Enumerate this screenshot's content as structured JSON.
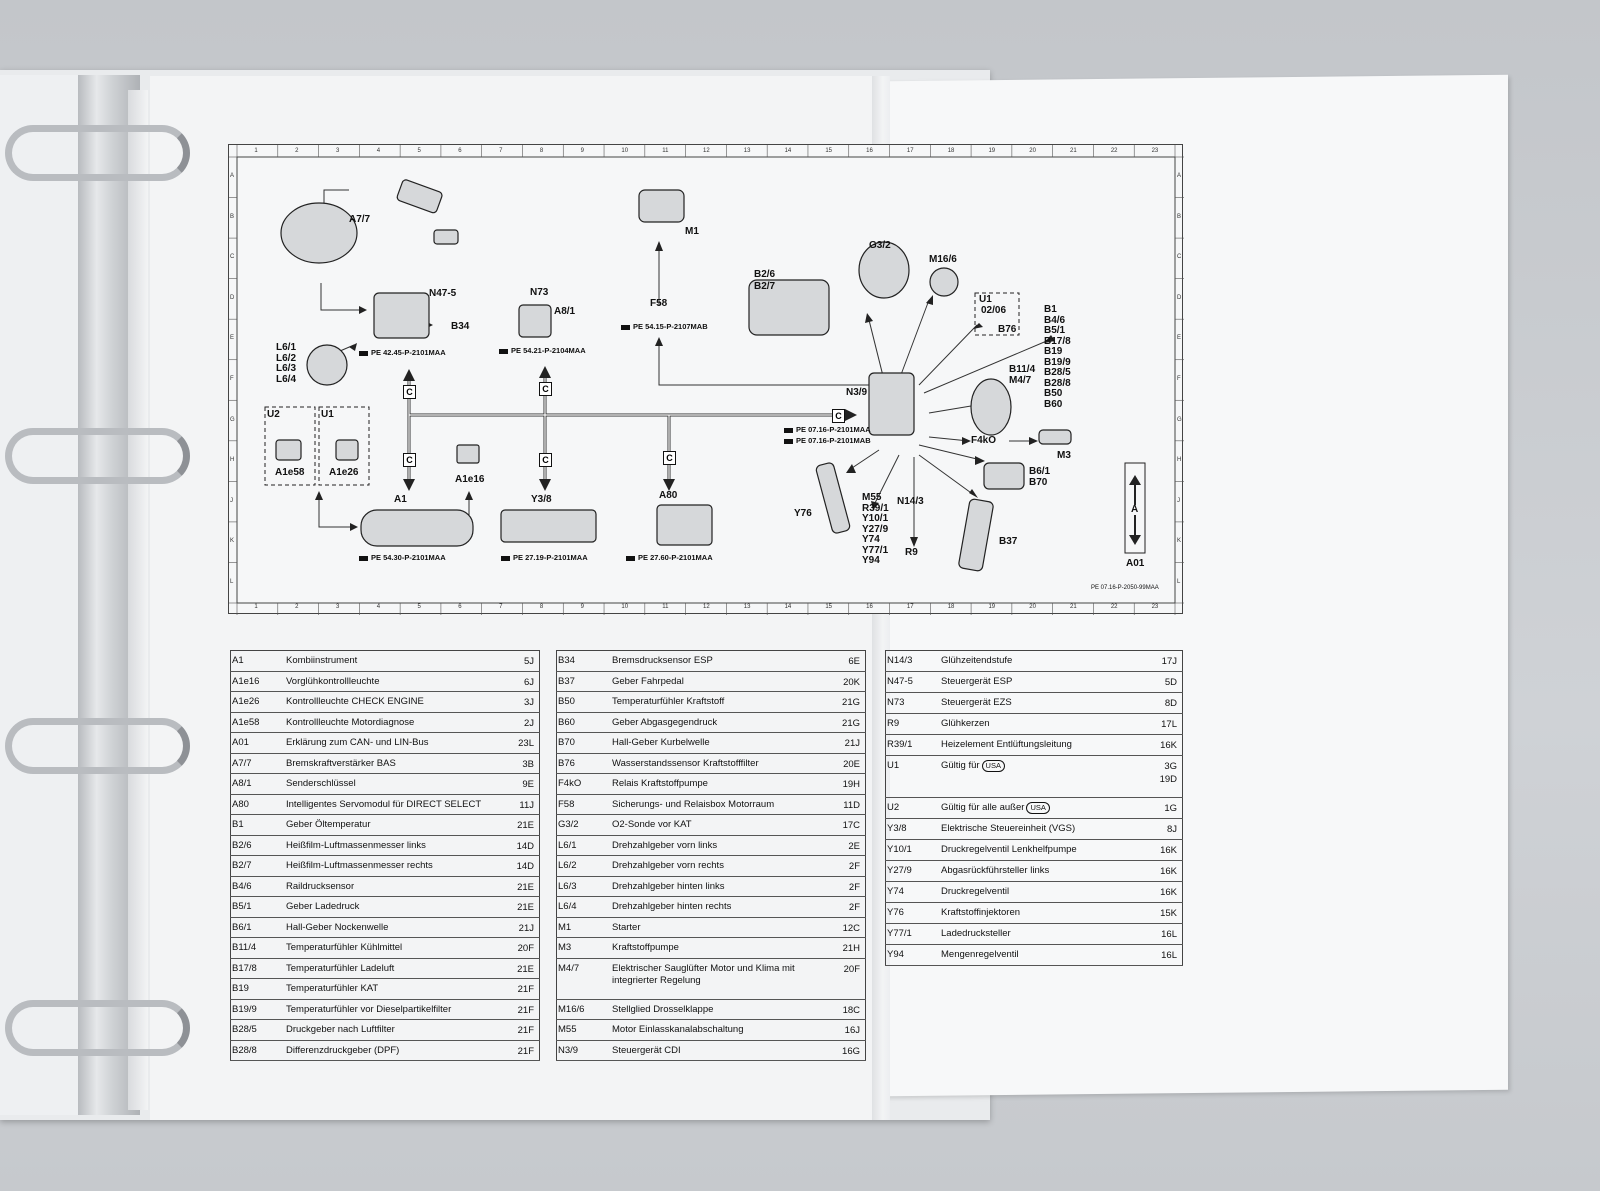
{
  "diagram": {
    "ruler_top": [
      "1",
      "2",
      "3",
      "4",
      "5",
      "6",
      "7",
      "8",
      "9",
      "10",
      "11",
      "12",
      "13",
      "14",
      "15",
      "16",
      "17",
      "18",
      "19",
      "20",
      "21",
      "22",
      "23"
    ],
    "ruler_side": [
      "A",
      "B",
      "C",
      "D",
      "E",
      "F",
      "G",
      "H",
      "J",
      "K",
      "L"
    ],
    "bus_letter": "C",
    "components": {
      "A7_7": "A7/7",
      "M1": "M1",
      "G3_2": "G3/2",
      "M16_6": "M16/6",
      "B2_6": "B2/6",
      "B2_7": "B2/7",
      "N47_5": "N47-5",
      "B34": "B34",
      "N73": "N73",
      "A8_1": "A8/1",
      "F58": "F58",
      "U1": "U1",
      "U1_sub": "02/06",
      "B76": "B76",
      "N3_9": "N3/9",
      "F4kO": "F4kO",
      "M3": "M3",
      "B6_1": "B6/1",
      "B70": "B70",
      "Y76": "Y76",
      "N14_3": "N14/3",
      "R9": "R9",
      "B37": "B37",
      "U2": "U2",
      "U1b": "U1",
      "A1e58": "A1e58",
      "A1e26": "A1e26",
      "A1e16": "A1e16",
      "A1": "A1",
      "Y3_8": "Y3/8",
      "A80": "A80",
      "A01": "A01",
      "A_box": "A"
    },
    "stack_B1": [
      "B1",
      "B4/6",
      "B5/1",
      "B17/8",
      "B19",
      "B19/9",
      "B28/5",
      "B28/8",
      "B50",
      "B60"
    ],
    "stack_B11": [
      "B11/4",
      "M4/7"
    ],
    "stack_L6": [
      "L6/1",
      "L6/2",
      "L6/3",
      "L6/4"
    ],
    "stack_M55": [
      "M55",
      "R39/1",
      "Y10/1",
      "Y27/9",
      "Y74",
      "Y77/1",
      "Y94"
    ],
    "refs": {
      "n47": "PE 42.45-P-2101MAA",
      "n73": "PE 54.21-P-2104MAA",
      "f58": "PE 54.15-P-2107MAB",
      "n3_a": "PE 07.16-P-2101MAA",
      "n3_b": "PE 07.16-P-2101MAB",
      "a1": "PE 54.30-P-2101MAA",
      "y3": "PE 27.19-P-2101MAA",
      "a80": "PE 27.60-P-2101MAA",
      "corner": "PE 07.16-P-2050-99MAA"
    }
  },
  "legend": {
    "col1": [
      {
        "code": "A1",
        "desc": "Kombiinstrument",
        "grid": "5J"
      },
      {
        "code": "A1e16",
        "desc": "Vorglühkontrollleuchte",
        "grid": "6J"
      },
      {
        "code": "A1e26",
        "desc": "Kontrollleuchte CHECK ENGINE",
        "grid": "3J"
      },
      {
        "code": "A1e58",
        "desc": "Kontrollleuchte Motordiagnose",
        "grid": "2J"
      },
      {
        "code": "A01",
        "desc": "Erklärung zum CAN- und LIN-Bus",
        "grid": "23L"
      },
      {
        "code": "A7/7",
        "desc": "Bremskraftverstärker BAS",
        "grid": "3B"
      },
      {
        "code": "A8/1",
        "desc": "Senderschlüssel",
        "grid": "9E"
      },
      {
        "code": "A80",
        "desc": "Intelligentes Servomodul für DIRECT SELECT",
        "grid": "11J"
      },
      {
        "code": "B1",
        "desc": "Geber Öltemperatur",
        "grid": "21E"
      },
      {
        "code": "B2/6",
        "desc": "Heißfilm-Luftmassenmesser links",
        "grid": "14D"
      },
      {
        "code": "B2/7",
        "desc": "Heißfilm-Luftmassenmesser rechts",
        "grid": "14D"
      },
      {
        "code": "B4/6",
        "desc": "Raildrucksensor",
        "grid": "21E"
      },
      {
        "code": "B5/1",
        "desc": "Geber Ladedruck",
        "grid": "21E"
      },
      {
        "code": "B6/1",
        "desc": "Hall-Geber Nockenwelle",
        "grid": "21J"
      },
      {
        "code": "B11/4",
        "desc": "Temperaturfühler Kühlmittel",
        "grid": "20F"
      },
      {
        "code": "B17/8",
        "desc": "Temperaturfühler Ladeluft",
        "grid": "21E"
      },
      {
        "code": "B19",
        "desc": "Temperaturfühler KAT",
        "grid": "21F"
      },
      {
        "code": "B19/9",
        "desc": "Temperaturfühler vor Dieselpartikelfilter",
        "grid": "21F"
      },
      {
        "code": "B28/5",
        "desc": "Druckgeber nach Luftfilter",
        "grid": "21F"
      },
      {
        "code": "B28/8",
        "desc": "Differenzdruckgeber (DPF)",
        "grid": "21F"
      }
    ],
    "col2": [
      {
        "code": "B34",
        "desc": "Bremsdrucksensor ESP",
        "grid": "6E"
      },
      {
        "code": "B37",
        "desc": "Geber Fahrpedal",
        "grid": "20K"
      },
      {
        "code": "B50",
        "desc": "Temperaturfühler Kraftstoff",
        "grid": "21G"
      },
      {
        "code": "B60",
        "desc": "Geber Abgasgegendruck",
        "grid": "21G"
      },
      {
        "code": "B70",
        "desc": "Hall-Geber Kurbelwelle",
        "grid": "21J"
      },
      {
        "code": "B76",
        "desc": "Wasserstandssensor Kraftstofffilter",
        "grid": "20E"
      },
      {
        "code": "F4kO",
        "desc": "Relais Kraftstoffpumpe",
        "grid": "19H"
      },
      {
        "code": "F58",
        "desc": "Sicherungs- und Relaisbox Motorraum",
        "grid": "11D"
      },
      {
        "code": "G3/2",
        "desc": "O2-Sonde vor KAT",
        "grid": "17C"
      },
      {
        "code": "L6/1",
        "desc": "Drehzahlgeber vorn links",
        "grid": "2E"
      },
      {
        "code": "L6/2",
        "desc": "Drehzahlgeber vorn rechts",
        "grid": "2F"
      },
      {
        "code": "L6/3",
        "desc": "Drehzahlgeber hinten links",
        "grid": "2F"
      },
      {
        "code": "L6/4",
        "desc": "Drehzahlgeber hinten rechts",
        "grid": "2F"
      },
      {
        "code": "M1",
        "desc": "Starter",
        "grid": "12C"
      },
      {
        "code": "M3",
        "desc": "Kraftstoffpumpe",
        "grid": "21H"
      },
      {
        "code": "M4/7",
        "desc": "Elektrischer Sauglüfter Motor und Klima mit integrierter Regelung",
        "grid": "20F",
        "tall": true
      },
      {
        "code": "M16/6",
        "desc": "Stellglied Drosselklappe",
        "grid": "18C"
      },
      {
        "code": "M55",
        "desc": "Motor Einlasskanalabschaltung",
        "grid": "16J"
      },
      {
        "code": "N3/9",
        "desc": "Steuergerät CDI",
        "grid": "16G"
      }
    ],
    "col3": [
      {
        "code": "N14/3",
        "desc": "Glühzeitendstufe",
        "grid": "17J"
      },
      {
        "code": "N47-5",
        "desc": "Steuergerät ESP",
        "grid": "5D"
      },
      {
        "code": "N73",
        "desc": "Steuergerät EZS",
        "grid": "8D"
      },
      {
        "code": "R9",
        "desc": "Glühkerzen",
        "grid": "17L"
      },
      {
        "code": "R39/1",
        "desc": "Heizelement Entlüftungsleitung",
        "grid": "16K"
      },
      {
        "code": "U1",
        "desc": "Gültig für",
        "badge": "USA",
        "grid": "3G",
        "grid2": "19D",
        "tall": true
      },
      {
        "code": "U2",
        "desc": "Gültig für alle außer",
        "badge": "USA",
        "grid": "1G"
      },
      {
        "code": "Y3/8",
        "desc": "Elektrische Steuereinheit (VGS)",
        "grid": "8J"
      },
      {
        "code": "Y10/1",
        "desc": "Druckregelventil Lenkhelfpumpe",
        "grid": "16K"
      },
      {
        "code": "Y27/9",
        "desc": "Abgasrückführsteller links",
        "grid": "16K"
      },
      {
        "code": "Y74",
        "desc": "Druckregelventil",
        "grid": "16K"
      },
      {
        "code": "Y76",
        "desc": "Kraftstoffinjektoren",
        "grid": "15K"
      },
      {
        "code": "Y77/1",
        "desc": "Ladedrucksteller",
        "grid": "16L"
      },
      {
        "code": "Y94",
        "desc": "Mengenregelventil",
        "grid": "16L"
      }
    ]
  }
}
